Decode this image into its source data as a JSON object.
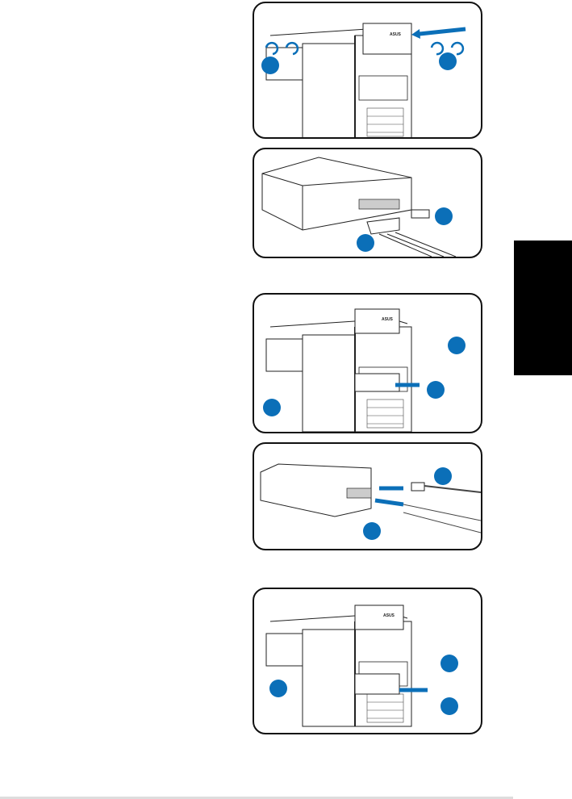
{
  "illustrations": {
    "drive_brand": "ASUS",
    "accent_color": "#0b6fb8",
    "panels": [
      {
        "id": "remove-optical-drive",
        "markers": 2
      },
      {
        "id": "connect-optical-cables",
        "markers": 2
      },
      {
        "id": "install-floppy-drive",
        "markers": 3
      },
      {
        "id": "connect-floppy-cables",
        "markers": 2
      },
      {
        "id": "install-second-drive",
        "markers": 3
      }
    ]
  }
}
